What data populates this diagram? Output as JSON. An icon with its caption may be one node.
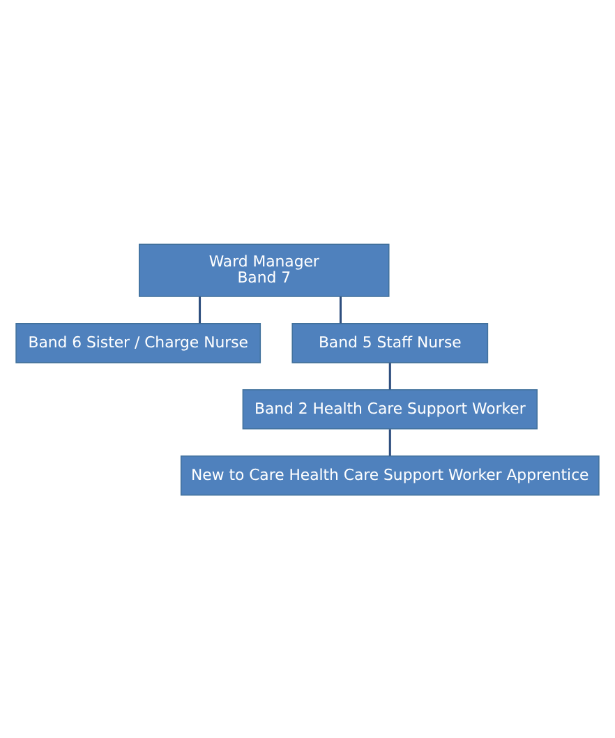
{
  "diagram": {
    "nodes": [
      {
        "text": [
          "Ward Manager",
          "Band 7"
        ]
      },
      {
        "text": [
          "Band 6 Sister / Charge Nurse"
        ]
      },
      {
        "text": [
          "Band 5 Staff Nurse"
        ]
      },
      {
        "text": [
          "Band 2 Health Care Support Worker"
        ]
      },
      {
        "text": [
          "New to Care Health Care Support Worker Apprentice"
        ]
      }
    ],
    "edges": [
      {
        "from": 0,
        "to": 1,
        "arrow": "none"
      },
      {
        "from": 0,
        "to": 2,
        "arrow": "none"
      },
      {
        "from": 2,
        "to": 3,
        "arrow": "none"
      },
      {
        "from": 3,
        "to": 4,
        "arrow": "none"
      }
    ]
  }
}
